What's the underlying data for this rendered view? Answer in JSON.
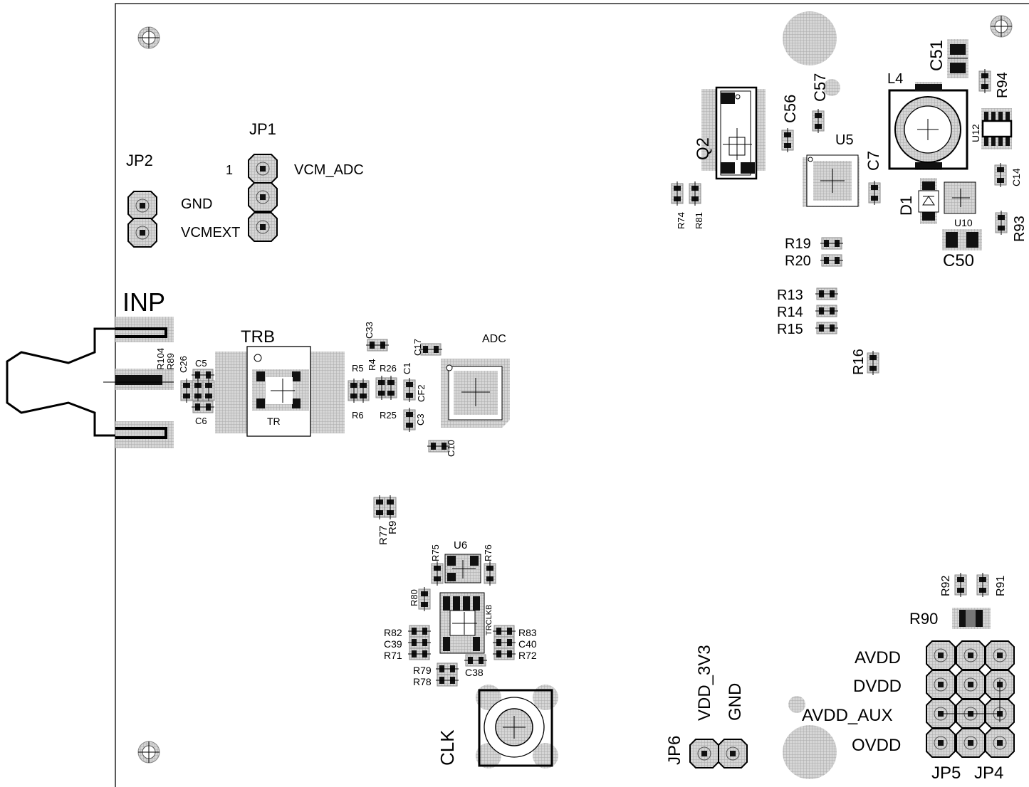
{
  "silkscreen": {
    "inp": "INP",
    "clk": "CLK",
    "trb": "TRB",
    "tr": "TR",
    "adc": "ADC",
    "jp1": "JP1",
    "jp1_pin1": "1",
    "vcm_adc": "VCM_ADC",
    "vcmext": "VCMEXT",
    "jp2": "JP2",
    "gnd_jp2": "GND",
    "jp6": "JP6",
    "vdd_3v3": "VDD_3V3",
    "gnd_jp6": "GND",
    "jp5": "JP5",
    "jp4": "JP4",
    "avdd": "AVDD",
    "dvdd": "DVDD",
    "avdd_aux": "AVDD_AUX",
    "ovdd": "OVDD",
    "q2": "Q2",
    "u5": "U5",
    "u6": "U6",
    "u10": "U10",
    "u12": "U12",
    "l4": "L4",
    "d1": "D1",
    "trclkb": "TRCLKB",
    "c51": "C51",
    "c57": "C57",
    "c56": "C56",
    "c7": "C7",
    "c14": "C14",
    "c50": "C50",
    "r94": "R94",
    "r93": "R93",
    "r74": "R74",
    "r81": "R81",
    "r19": "R19",
    "r20": "R20",
    "r13": "R13",
    "r14": "R14",
    "r15": "R15",
    "r16": "R16",
    "r104": "R104",
    "r89": "R89",
    "c26": "C26",
    "c5": "C5",
    "c6": "C6",
    "c33": "C33",
    "c17": "C17",
    "r5": "R5",
    "r4": "R4",
    "r26": "R26",
    "c1": "C1",
    "r6": "R6",
    "r25": "R25",
    "c3": "C3",
    "cf2": "CF2",
    "c10": "C10",
    "r77": "R77",
    "r9": "R9",
    "r75": "R75",
    "r76": "R76",
    "r80": "R80",
    "r82": "R82",
    "c39": "C39",
    "r71": "R71",
    "r83": "R83",
    "c40": "C40",
    "r72": "R72",
    "r79": "R79",
    "r78": "R78",
    "c38": "C38",
    "r92": "R92",
    "r91": "R91",
    "r90": "R90"
  }
}
